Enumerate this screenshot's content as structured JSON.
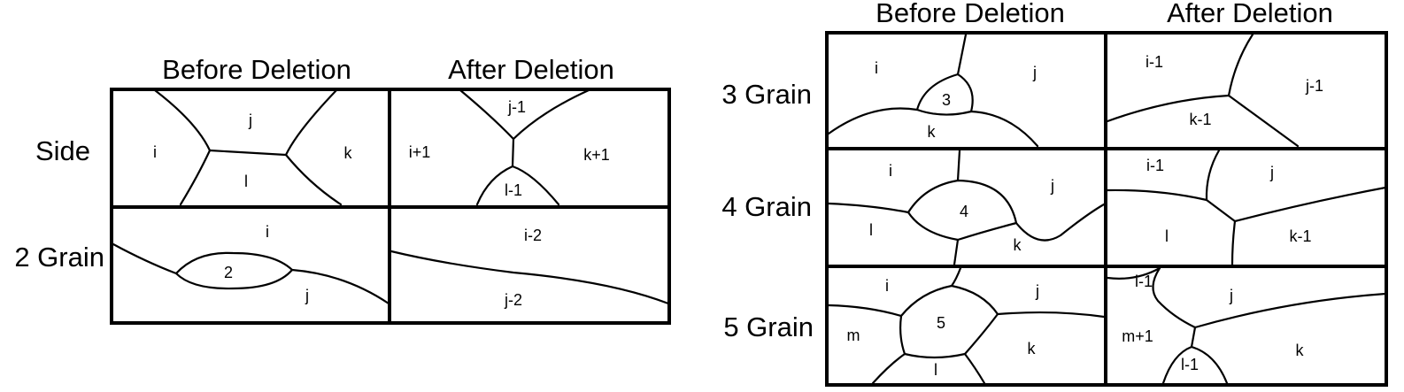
{
  "left": {
    "headers": {
      "before": "Before Deletion",
      "after": "After Deletion"
    },
    "rows": [
      {
        "label": "Side",
        "before_grains": [
          "i",
          "j",
          "k",
          "l"
        ],
        "after_grains": [
          "i+1",
          "j-1",
          "k+1",
          "l-1"
        ]
      },
      {
        "label": "2 Grain",
        "before_grains": [
          "i",
          "2",
          "j"
        ],
        "after_grains": [
          "i-2",
          "j-2"
        ]
      }
    ]
  },
  "right": {
    "headers": {
      "before": "Before Deletion",
      "after": "After Deletion"
    },
    "rows": [
      {
        "label": "3 Grain",
        "before_grains": [
          "i",
          "j",
          "3",
          "k"
        ],
        "after_grains": [
          "i-1",
          "j-1",
          "k-1"
        ]
      },
      {
        "label": "4 Grain",
        "before_grains": [
          "i",
          "j",
          "4",
          "l",
          "k"
        ],
        "after_grains": [
          "i-1",
          "j",
          "l",
          "k-1"
        ]
      },
      {
        "label": "5 Grain",
        "before_grains": [
          "i",
          "j",
          "5",
          "m",
          "k",
          "l"
        ],
        "after_grains": [
          "i-1",
          "j",
          "m+1",
          "k",
          "l-1"
        ]
      }
    ]
  }
}
